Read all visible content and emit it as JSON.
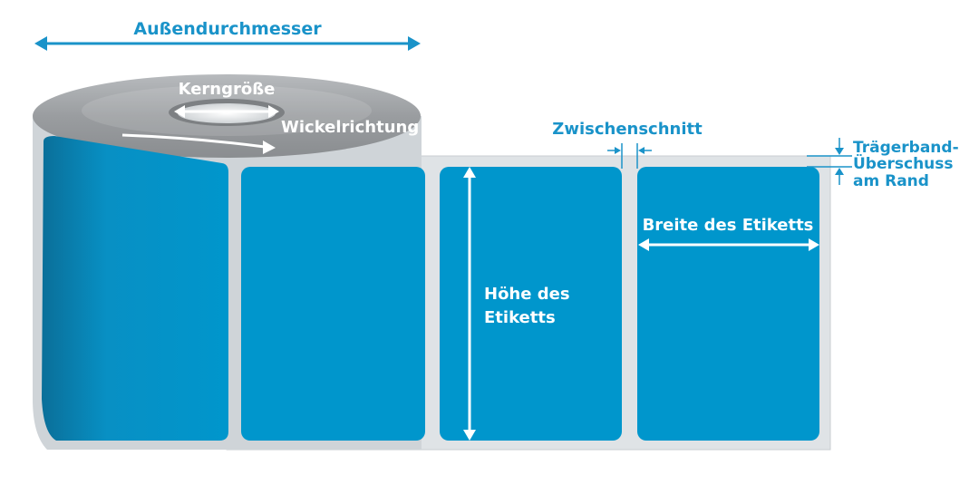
{
  "labels": {
    "outer_diameter": "Außendurchmesser",
    "core_size": "Kerngröße",
    "winding_direction": "Wickelrichtung",
    "gap": "Zwischenschnitt",
    "liner_margin_line1": "Trägerband-",
    "liner_margin_line2": "Überschuss",
    "liner_margin_line3": "am Rand",
    "label_width": "Breite des Etiketts",
    "label_height_line1": "Höhe des",
    "label_height_line2": "Etiketts"
  },
  "colors": {
    "label_blue": "#0096cc",
    "accent_blue": "#1a93c9",
    "liner": "#dfe3e6",
    "roll_silver": "#a7aaad",
    "core_bore": "#e9ecef",
    "annotation_white": "#ffffff"
  }
}
